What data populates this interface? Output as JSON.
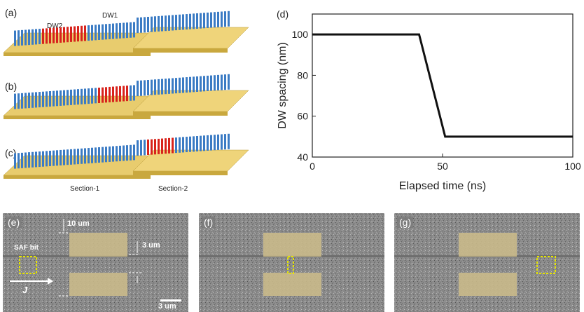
{
  "panels": {
    "a": "(a)",
    "b": "(b)",
    "c": "(c)",
    "d": "(d)",
    "e": "(e)",
    "f": "(f)",
    "g": "(g)"
  },
  "wire": {
    "dw1": "DW1",
    "dw2": "DW2",
    "section1": "Section-1",
    "section2": "Section-2"
  },
  "sem": {
    "width_label": "10 um",
    "gap_label": "3 um",
    "bit_label": "SAF bit",
    "current_label": "J",
    "scale_label": "3 um"
  },
  "chart_data": {
    "type": "line",
    "title": "",
    "xlabel": "Elapsed time (ns)",
    "ylabel": "DW spacing (nm)",
    "xlim": [
      0,
      100
    ],
    "ylim": [
      40,
      110
    ],
    "xticks": [
      0,
      50,
      100
    ],
    "yticks": [
      40,
      60,
      80,
      100
    ],
    "series": [
      {
        "x": [
          0,
          41,
          51,
          100
        ],
        "y": [
          100,
          100,
          50,
          50
        ]
      }
    ],
    "grid": false
  }
}
